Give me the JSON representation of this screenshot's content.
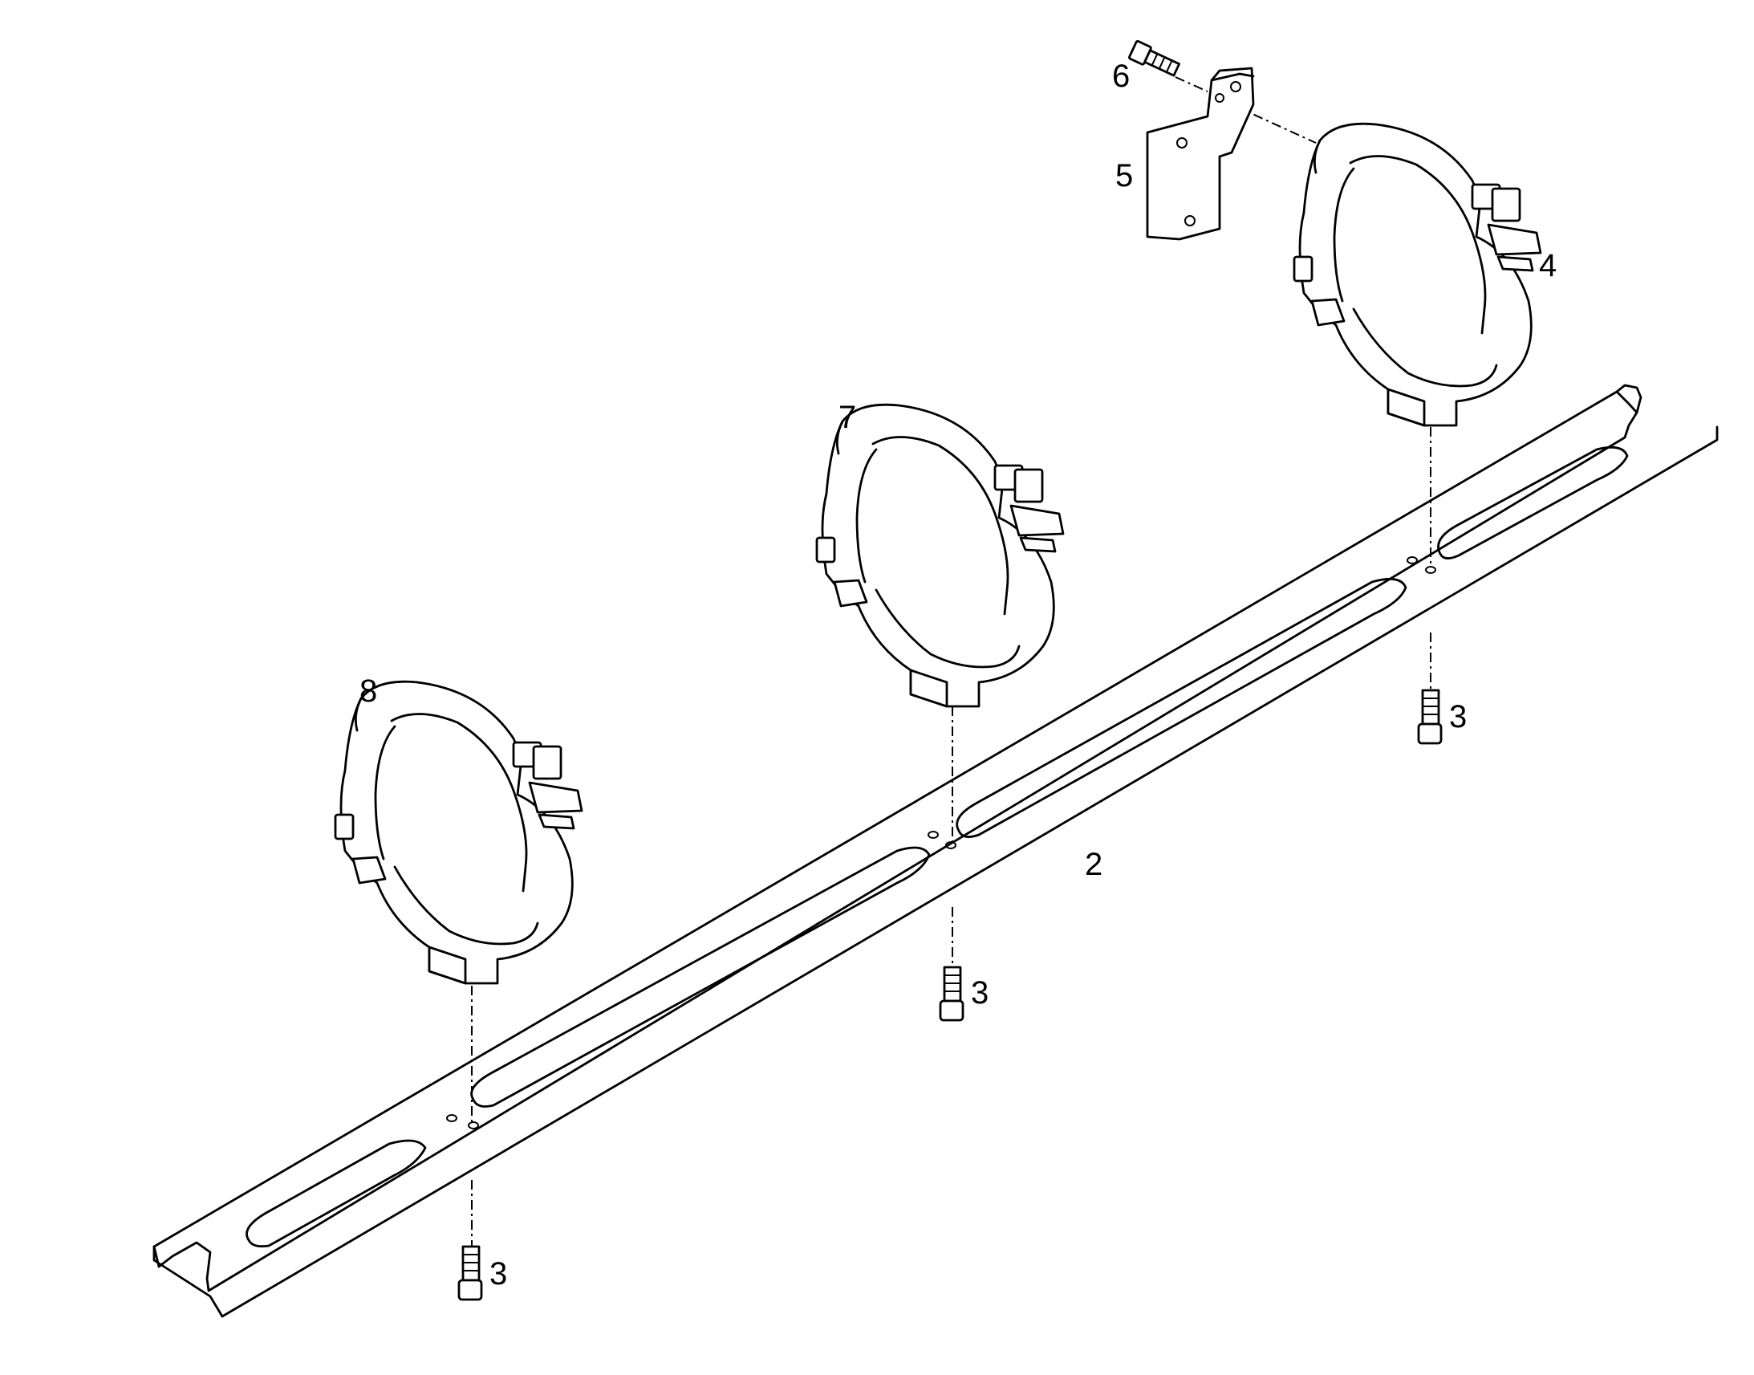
{
  "diagram": {
    "callouts": {
      "bar": "2",
      "screw_left": "3",
      "screw_middle": "3",
      "screw_right": "3",
      "clamp_right": "4",
      "bracket": "5",
      "bolt": "6",
      "clamp_middle": "7",
      "clamp_left": "8"
    },
    "line_color": "#000000",
    "background_color": "#ffffff"
  }
}
